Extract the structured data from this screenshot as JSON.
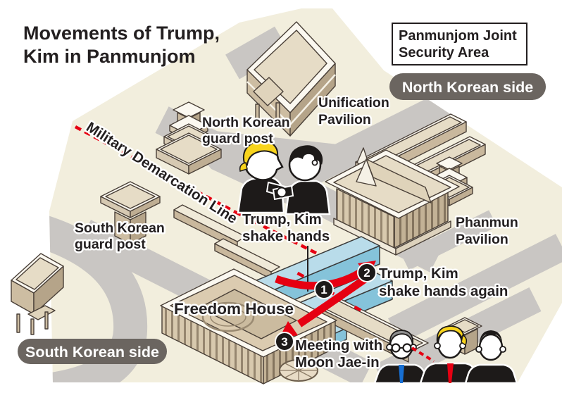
{
  "title": {
    "line1": "Movements of Trump,",
    "line2": "Kim in Panmunjom"
  },
  "legend_box": {
    "line1": "Panmunjom Joint",
    "line2": "Security Area"
  },
  "side_badges": {
    "north": "North Korean side",
    "south": "South Korean side"
  },
  "map_labels": {
    "unification_pavilion": {
      "line1": "Unification",
      "line2": "Pavilion"
    },
    "north_korean_guard_post": {
      "line1": "North Korean",
      "line2": "guard post"
    },
    "military_demarcation_line": "Military Demarcation Line",
    "south_korean_guard_post": {
      "line1": "South Korean",
      "line2": "guard post"
    },
    "phanmun_pavilion": {
      "line1": "Phanmun",
      "line2": "Pavilion"
    },
    "freedom_house": "Freedom House"
  },
  "events": {
    "step1": {
      "number": "1",
      "label": {
        "line1": "Trump, Kim",
        "line2": "shake hands"
      }
    },
    "step2": {
      "number": "2",
      "label": {
        "line1": "Trump, Kim",
        "line2": "shake hands again"
      }
    },
    "step3": {
      "number": "3",
      "label": {
        "line1": "Meeting with",
        "line2": "Moon Jae-in"
      }
    }
  },
  "colors": {
    "ground": "#f2eedd",
    "road": "#c9c6c3",
    "accent_red": "#e60012",
    "hut_blue": "#b9dcea",
    "badge_gray": "#6b6560",
    "ink": "#231f20",
    "trump_hair": "#f8d41c",
    "moon_tie": "#176fd3"
  }
}
